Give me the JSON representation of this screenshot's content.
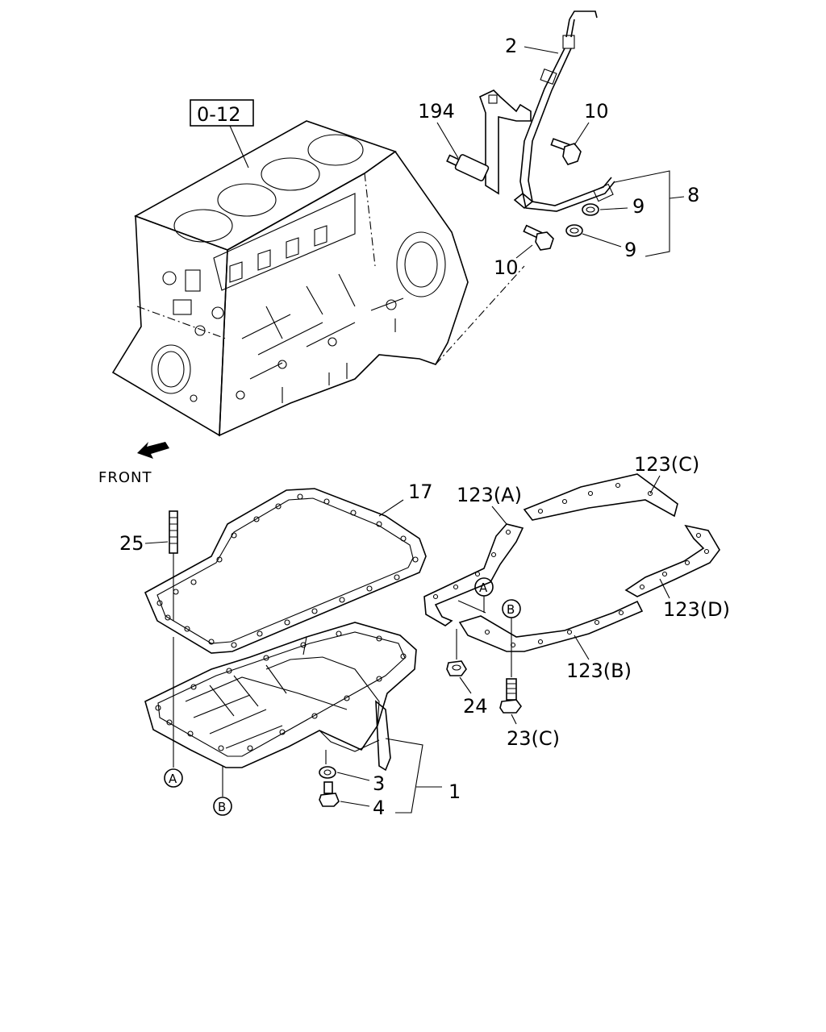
{
  "diagram": {
    "reference_box": "0-12",
    "front_label": "FRONT",
    "callouts": {
      "c2": "2",
      "c194": "194",
      "c10a": "10",
      "c10b": "10",
      "c9a": "9",
      "c9b": "9",
      "c8": "8",
      "c17": "17",
      "c25": "25",
      "c123a": "123(A)",
      "c123b": "123(B)",
      "c123c": "123(C)",
      "c123d": "123(D)",
      "c24": "24",
      "c23c": "23(C)",
      "c3": "3",
      "c4": "4",
      "c1": "1"
    },
    "circle_markers": {
      "a_left": "A",
      "b_left": "B",
      "a_right": "A",
      "b_right": "B"
    }
  }
}
